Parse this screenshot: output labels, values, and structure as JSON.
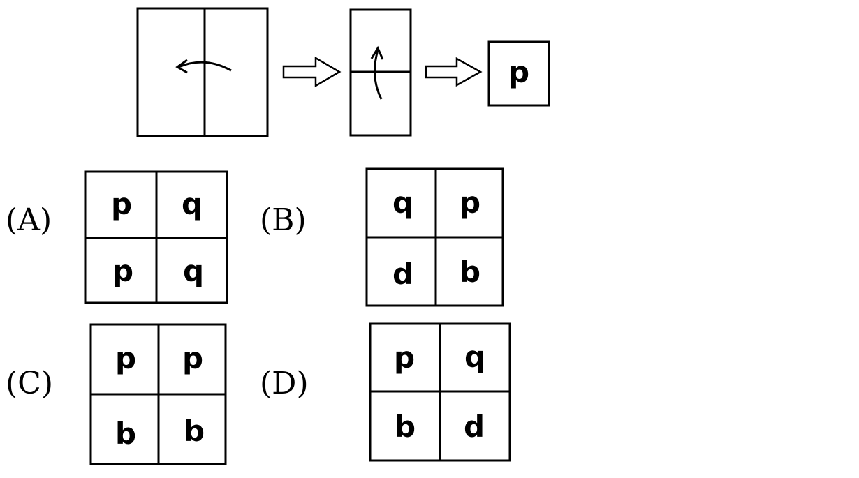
{
  "diagram": {
    "folded_result_letter": "p",
    "options": [
      {
        "id": "A",
        "label": "(A)",
        "cells": [
          "p",
          "q",
          "p",
          "q"
        ]
      },
      {
        "id": "B",
        "label": "(B)",
        "cells": [
          "q",
          "p",
          "d",
          "b"
        ]
      },
      {
        "id": "C",
        "label": "(C)",
        "cells": [
          "p",
          "p",
          "b",
          "b"
        ]
      },
      {
        "id": "D",
        "label": "(D)",
        "cells": [
          "p",
          "q",
          "b",
          "d"
        ]
      }
    ]
  }
}
